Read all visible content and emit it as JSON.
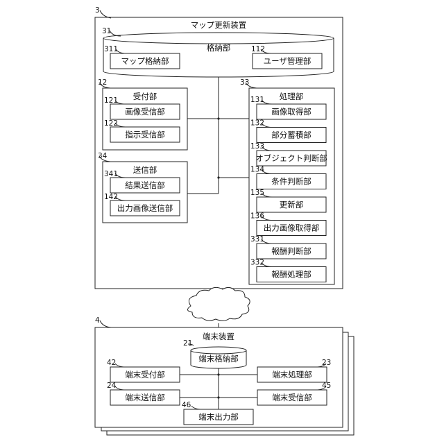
{
  "map_update_device": {
    "ref": "3",
    "title": "マップ更新装置",
    "storage": {
      "ref": "31",
      "title": "格納部",
      "map_storage": {
        "ref": "311",
        "label": "マップ格納部"
      },
      "user_management": {
        "ref": "112",
        "label": "ユーザ管理部"
      }
    },
    "reception": {
      "ref": "12",
      "title": "受付部",
      "image_reception": {
        "ref": "121",
        "label": "画像受信部"
      },
      "instruction_reception": {
        "ref": "122",
        "label": "指示受信部"
      }
    },
    "transmission": {
      "ref": "34",
      "title": "送信部",
      "result_transmission": {
        "ref": "341",
        "label": "結果送信部"
      },
      "output_image_transmission": {
        "ref": "142",
        "label": "出力画像送信部"
      }
    },
    "processing": {
      "ref": "33",
      "title": "処理部",
      "items": [
        {
          "ref": "131",
          "label": "画像取得部"
        },
        {
          "ref": "132",
          "label": "部分蓄積部"
        },
        {
          "ref": "133",
          "label": "オブジェクト判断部"
        },
        {
          "ref": "134",
          "label": "条件判断部"
        },
        {
          "ref": "135",
          "label": "更新部"
        },
        {
          "ref": "136",
          "label": "出力画像取得部"
        },
        {
          "ref": "331",
          "label": "報酬判断部"
        },
        {
          "ref": "332",
          "label": "報酬処理部"
        }
      ]
    }
  },
  "terminal_device": {
    "ref": "4",
    "title": "端末装置",
    "terminal_storage": {
      "ref": "21",
      "label": "端末格納部"
    },
    "terminal_reception": {
      "ref": "42",
      "label": "端末受付部"
    },
    "terminal_processing": {
      "ref": "23",
      "label": "端末処理部"
    },
    "terminal_transmission": {
      "ref": "24",
      "label": "端末送信部"
    },
    "terminal_receiving": {
      "ref": "45",
      "label": "端末受信部"
    },
    "terminal_output": {
      "ref": "46",
      "label": "端末出力部"
    }
  },
  "colors": {
    "stroke": "#222222",
    "background": "#ffffff"
  }
}
